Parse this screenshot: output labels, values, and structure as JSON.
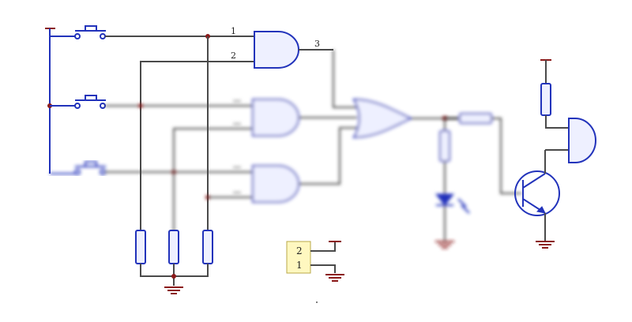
{
  "gate1": {
    "pin_in_a": "1",
    "pin_in_b": "2",
    "pin_out": "3"
  },
  "connector": {
    "pin_top": "2",
    "pin_bottom": "1"
  },
  "colors": {
    "wire": "#4a4a4a",
    "component": "#2233bb",
    "rail": "#8b1a1a",
    "connector_fill": "#fff8c0"
  }
}
